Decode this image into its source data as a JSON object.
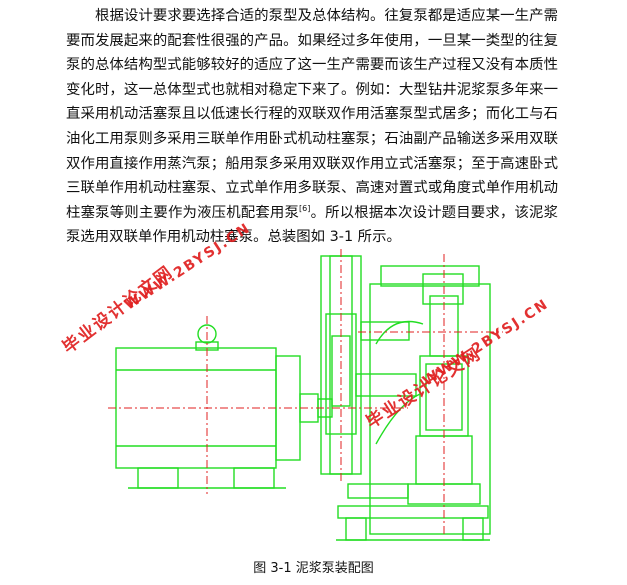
{
  "paragraph": {
    "text_main": "根据设计要求要选择合适的泵型及总体结构。往复泵都是适应某一生产需要而发展起来的配套性很强的产品。如果经过多年使用，一旦某一类型的往复泵的总体结构型式能够较好的适应了这一生产需要而该生产过程又没有本质性变化时，这一总体型式也就相对稳定下来了。例如：大型钻井泥浆泵多年来一直采用机动活塞泵且以低速长行程的双联双作用活塞泵型式居多；而化工与石油化工用泵则多采用三联单作用卧式机动柱塞泵；石油副产品输送多采用双联双作用直接作用蒸汽泵；船用泵多采用双联双作用立式活塞泵；至于高速卧式三联单作用机动柱塞泵、立式单作用多联泵、高速对置式或角度式单作用机动柱塞泵等则主要作为液压机配套用泵",
    "citation": "[6]",
    "text_tail": "。所以根据本次设计题目要求，该泥浆泵选用双联单作用机动柱塞泵。总装图如   3-1  所示。"
  },
  "figure": {
    "caption": "图 3-1 泥浆泵装配图",
    "line_color": "#22dd22",
    "center_line_color": "#e02020"
  },
  "watermarks": [
    {
      "text": "毕业设计论文网",
      "kind": "cn"
    },
    {
      "text": "WWW.2BYSJ.CN",
      "kind": "en"
    },
    {
      "text": "毕业设计论文网",
      "kind": "cn"
    },
    {
      "text": "WWW.2BYSJ.CN",
      "kind": "en"
    }
  ],
  "colors": {
    "watermark": "#e02020",
    "text": "#111111"
  }
}
